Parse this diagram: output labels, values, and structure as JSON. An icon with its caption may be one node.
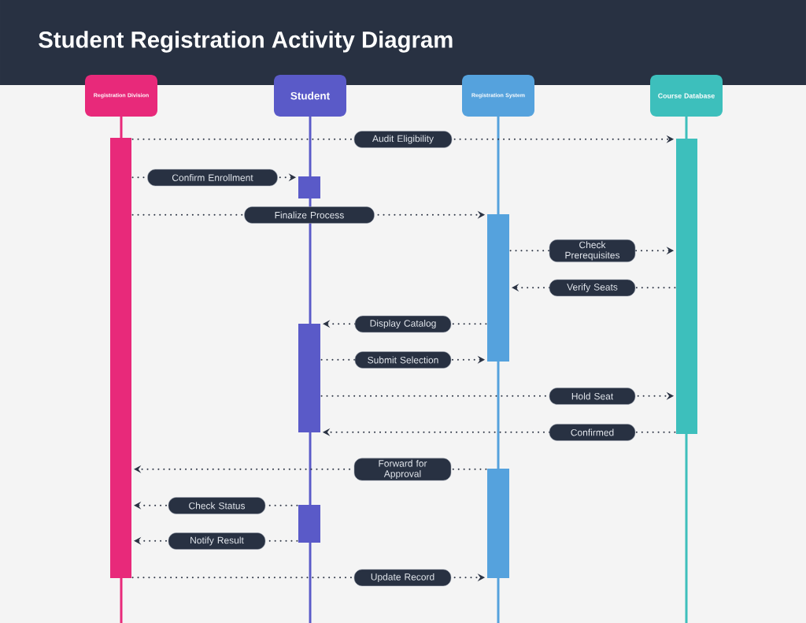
{
  "diagram": {
    "title": "Student Registration Activity Diagram",
    "nodes": [
      {
        "text": [
          "Registration Division"
        ]
      },
      {
        "text": [
          "Student"
        ]
      },
      {
        "text": [
          "Registration System"
        ]
      },
      {
        "text": [
          "Course Database"
        ]
      },
      {
        "text": [],
        "shape": "bar"
      },
      {
        "text": [],
        "shape": "bar"
      },
      {
        "text": [],
        "shape": "bar"
      },
      {
        "text": [],
        "shape": "bar"
      },
      {
        "text": [],
        "shape": "bar"
      },
      {
        "text": [],
        "shape": "bar"
      },
      {
        "text": [],
        "shape": "bar"
      }
    ],
    "edges": [
      {
        "from": 4,
        "to": 5,
        "arrow": "to",
        "label": "Audit Eligibility"
      },
      {
        "from": 4,
        "to": 6,
        "arrow": "to",
        "label": "Confirm Enrollment"
      },
      {
        "from": 4,
        "to": 7,
        "arrow": "to",
        "label": "Finalize Process"
      },
      {
        "from": 7,
        "to": 5,
        "arrow": "to",
        "label": "Check Prerequisites"
      },
      {
        "from": 5,
        "to": 7,
        "arrow": "to",
        "label": "Verify Seats"
      },
      {
        "from": 7,
        "to": 8,
        "arrow": "to",
        "label": "Display Catalog"
      },
      {
        "from": 8,
        "to": 7,
        "arrow": "to",
        "label": "Submit Selection"
      },
      {
        "from": 8,
        "to": 5,
        "arrow": "to",
        "label": "Hold Seat"
      },
      {
        "from": 5,
        "to": 8,
        "arrow": "to",
        "label": "Confirmed"
      },
      {
        "from": 9,
        "to": 4,
        "arrow": "to",
        "label": "Forward for Approval"
      },
      {
        "from": 10,
        "to": 4,
        "arrow": "to",
        "label": "Check Status"
      },
      {
        "from": 10,
        "to": 4,
        "arrow": "to",
        "label": "Notify Result"
      },
      {
        "from": 4,
        "to": 9,
        "arrow": "to",
        "label": "Update Record"
      }
    ]
  }
}
